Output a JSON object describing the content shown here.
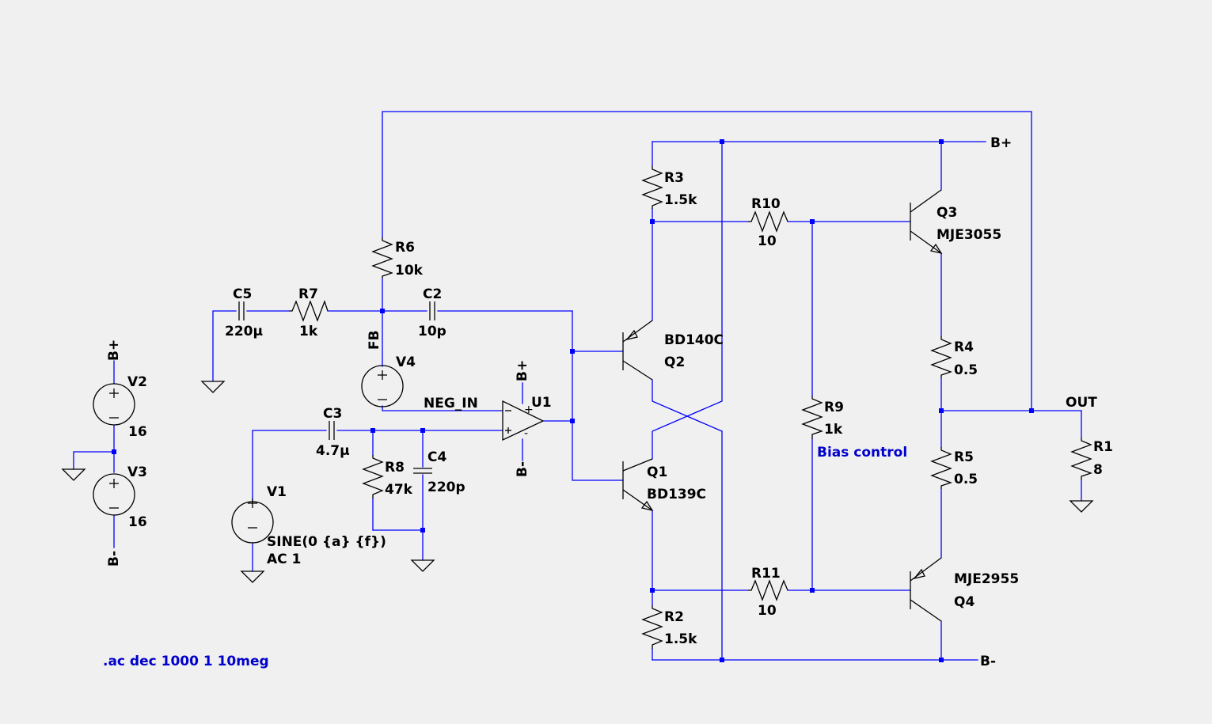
{
  "components": {
    "v1": {
      "name": "V1",
      "value1": "SINE(0 {a} {f})",
      "value2": "AC 1"
    },
    "v2": {
      "name": "V2",
      "value": "16"
    },
    "v3": {
      "name": "V3",
      "value": "16"
    },
    "v4": {
      "name": "V4"
    },
    "c2": {
      "name": "C2",
      "value": "10p"
    },
    "c3": {
      "name": "C3",
      "value": "4.7µ"
    },
    "c4": {
      "name": "C4",
      "value": "220p"
    },
    "c5": {
      "name": "C5",
      "value": "220µ"
    },
    "r1": {
      "name": "R1",
      "value": "8"
    },
    "r2": {
      "name": "R2",
      "value": "1.5k"
    },
    "r3": {
      "name": "R3",
      "value": "1.5k"
    },
    "r4": {
      "name": "R4",
      "value": "0.5"
    },
    "r5": {
      "name": "R5",
      "value": "0.5"
    },
    "r6": {
      "name": "R6",
      "value": "10k"
    },
    "r7": {
      "name": "R7",
      "value": "1k"
    },
    "r8": {
      "name": "R8",
      "value": "47k"
    },
    "r9": {
      "name": "R9",
      "value": "1k",
      "comment": "Bias control"
    },
    "r10": {
      "name": "R10",
      "value": "10"
    },
    "r11": {
      "name": "R11",
      "value": "10"
    },
    "q1": {
      "name": "Q1",
      "model": "BD139C"
    },
    "q2": {
      "name": "Q2",
      "model": "BD140C"
    },
    "q3": {
      "name": "Q3",
      "model": "MJE3055"
    },
    "q4": {
      "name": "Q4",
      "model": "MJE2955"
    },
    "u1": {
      "name": "U1"
    }
  },
  "nets": {
    "bplus": "B+",
    "bminus": "B-",
    "out": "OUT",
    "neg_in": "NEG_IN",
    "fb": "FB"
  },
  "directive": ".ac dec 1000 1 10meg",
  "colors": {
    "wire": "#0000ff",
    "component": "#000000",
    "comment": "#0000cc",
    "background": "#f0f0f0"
  }
}
